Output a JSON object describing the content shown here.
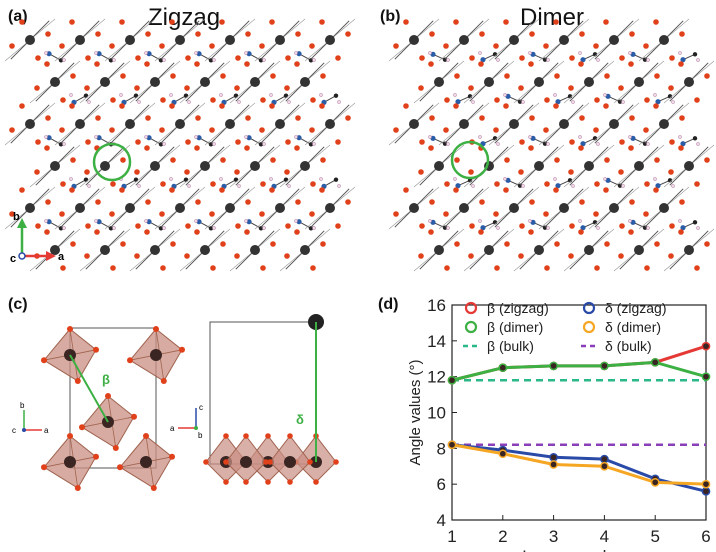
{
  "panels": {
    "a": {
      "label": "(a)",
      "title": "Zigzag"
    },
    "b": {
      "label": "(b)",
      "title": "Dimer"
    },
    "c": {
      "label": "(c)",
      "beta": "β",
      "delta": "δ"
    },
    "d": {
      "label": "(d)"
    }
  },
  "axes_labels": {
    "a": "a",
    "b": "b",
    "c": "c"
  },
  "colors": {
    "octahedron": "#c98f83",
    "metal": "#333333",
    "oxygen": "#e0401a",
    "nitrogen": "#2a5da8",
    "hydrogen": "#f0d9e6",
    "highlight": "#3cb043",
    "zigzag": "#e53935",
    "dimer": "#3cb043",
    "bulk_beta": "#2ab78a",
    "delta_zigzag": "#2a4aa8",
    "delta_dimer": "#f5a623",
    "delta_bulk": "#8a3fb8"
  },
  "chart_data": {
    "type": "line",
    "x": [
      1,
      2,
      3,
      4,
      5,
      6
    ],
    "xlabel": "Layer numbers",
    "ylabel": "Angle values (°)",
    "xlim": [
      1,
      6
    ],
    "ylim": [
      4,
      16
    ],
    "yticks": [
      4,
      6,
      8,
      10,
      12,
      14,
      16
    ],
    "xticks": [
      1,
      2,
      3,
      4,
      5,
      6
    ],
    "legend_position": "top",
    "series": [
      {
        "name": "β (zigzag)",
        "values": [
          11.8,
          12.5,
          12.6,
          12.6,
          12.8,
          13.7
        ],
        "color": "#e53935",
        "marker": "circle"
      },
      {
        "name": "δ (zigzag)",
        "values": [
          8.2,
          7.9,
          7.5,
          7.4,
          6.3,
          5.6
        ],
        "color": "#2a4aa8",
        "marker": "circle"
      },
      {
        "name": "β (dimer)",
        "values": [
          11.8,
          12.5,
          12.6,
          12.6,
          12.8,
          12.0
        ],
        "color": "#3cb043",
        "marker": "circle"
      },
      {
        "name": "δ (dimer)",
        "values": [
          8.2,
          7.7,
          7.1,
          7.0,
          6.1,
          6.0
        ],
        "color": "#f5a623",
        "marker": "circle"
      },
      {
        "name": "β (bulk)",
        "values": [
          11.8,
          11.8,
          11.8,
          11.8,
          11.8,
          11.8
        ],
        "color": "#2ab78a",
        "dashed": true
      },
      {
        "name": "δ (bulk)",
        "values": [
          8.2,
          8.2,
          8.2,
          8.2,
          8.2,
          8.2
        ],
        "color": "#8a3fb8",
        "dashed": true
      }
    ]
  }
}
